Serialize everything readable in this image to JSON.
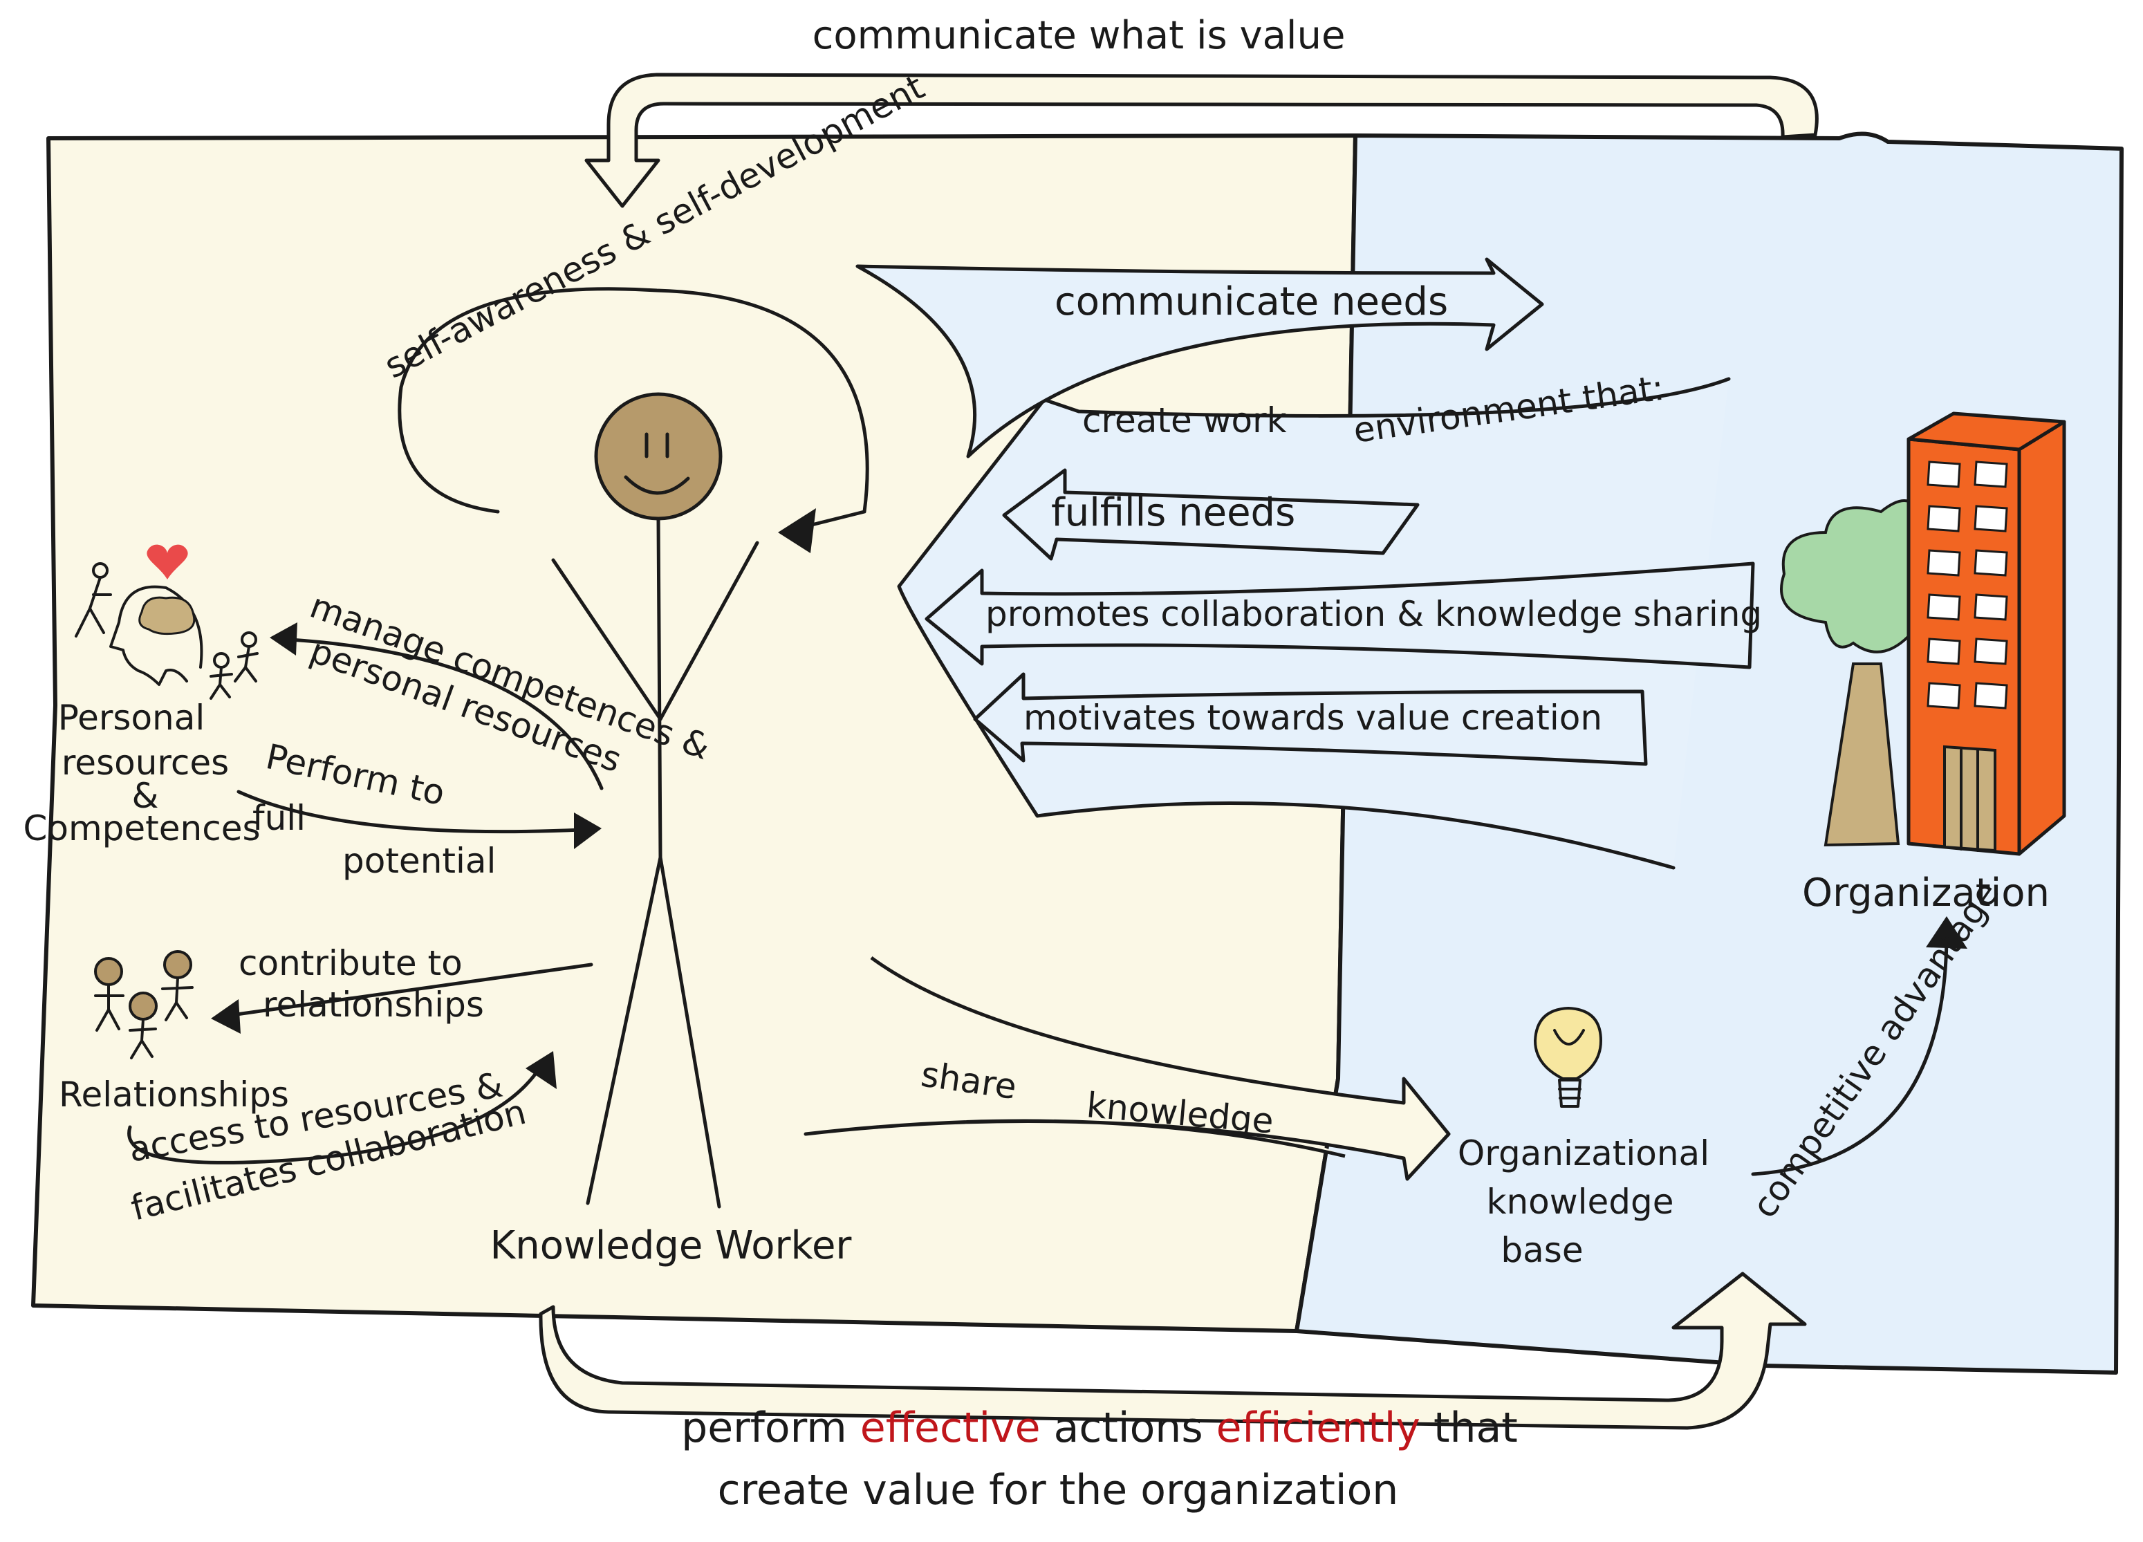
{
  "colors": {
    "worker_panel": "#fbf8e6",
    "org_panel": "#e4f0fb",
    "big_arrow_fill": "#e6f1fb",
    "loop_arrow_fill": "#fbf8e6",
    "face": "#b69a6b",
    "building": "#f26522",
    "tree_crown": "#a7d8a7",
    "trunk": "#c8b07f",
    "heart": "#ea4a4a",
    "emphasis": "#c0161b"
  },
  "top_arrow_label": "communicate what is value",
  "worker": {
    "self_development": "self-awareness & self-development",
    "label": "Knowledge Worker"
  },
  "personal": {
    "node_line1": "Personal",
    "node_line2": "resources",
    "node_line3": "&",
    "node_line4": "Competences",
    "manage_line1": "manage competences &",
    "manage_line2": "personal resources",
    "perform_line1": "Perform to",
    "perform_line2": "full",
    "perform_line3": "potential"
  },
  "relationships": {
    "node": "Relationships",
    "contribute_line1": "contribute to",
    "contribute_line2": "relationships",
    "access_line1": "access to resources &",
    "access_line2": "facilitates collaboration"
  },
  "org_arrows": {
    "communicate_needs": "communicate needs",
    "create_env_a": "create work",
    "create_env_b": "environment that:",
    "fulfills": "fulfills needs",
    "promotes": "promotes collaboration & knowledge sharing",
    "motivates": "motivates towards value creation"
  },
  "share_knowledge_a": "share",
  "share_knowledge_b": "knowledge",
  "knowledge_base": {
    "line1": "Organizational",
    "line2": "knowledge",
    "line3": "base"
  },
  "competitive_advantage": "competitive advantage",
  "organization": "Organization",
  "bottom_caption": {
    "w1": "perform",
    "w2": "effective",
    "w3": "actions",
    "w4": "efficiently",
    "w5": "that",
    "line2": "create value for the organization"
  }
}
